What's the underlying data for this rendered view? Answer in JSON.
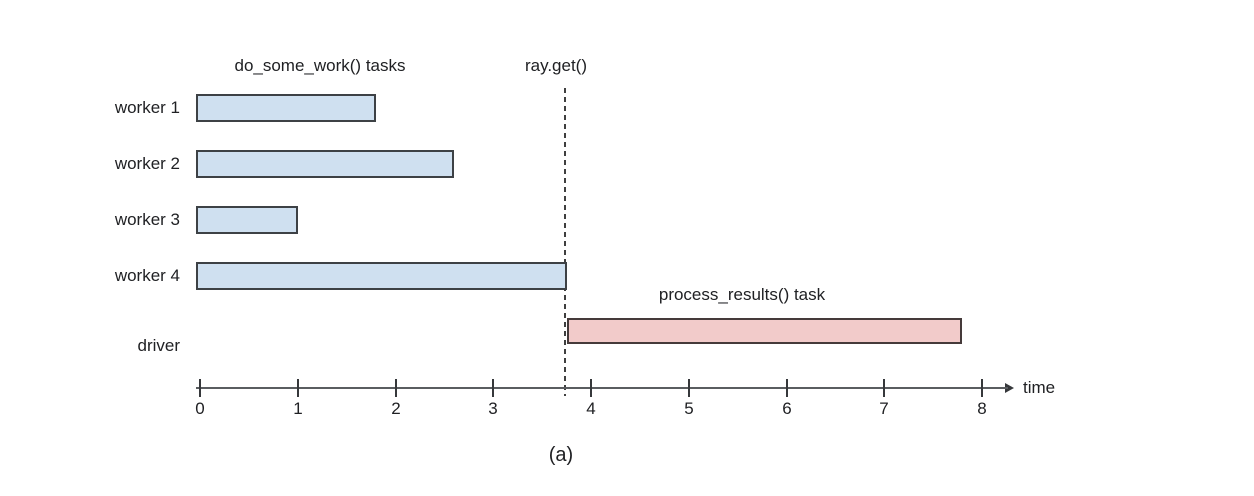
{
  "labels": {
    "do_some_work": "do_some_work() tasks",
    "ray_get": "ray.get()",
    "process_results": "process_results() task",
    "time": "time",
    "caption": "(a)"
  },
  "colors": {
    "worker_bar_fill": "#cfe0f0",
    "worker_bar_border": "#3d4145",
    "driver_bar_fill": "#f2cbca",
    "driver_bar_border": "#453a3a",
    "dashed_line": "#3f3f3f",
    "axis_line": "#5a5d60",
    "tick": "#36383b",
    "text": "#202124",
    "background": "#ffffff"
  },
  "chart_data": {
    "type": "bar",
    "variant": "gantt-timeline",
    "title": "do_some_work() tasks",
    "categories": [
      "worker 1",
      "worker 2",
      "worker 3",
      "worker 4",
      "driver"
    ],
    "bars": [
      {
        "row": "worker 1",
        "task": "do_some_work()",
        "start": 0,
        "end": 1.8,
        "color_role": "worker"
      },
      {
        "row": "worker 2",
        "task": "do_some_work()",
        "start": 0,
        "end": 2.6,
        "color_role": "worker"
      },
      {
        "row": "worker 3",
        "task": "do_some_work()",
        "start": 0,
        "end": 1.0,
        "color_role": "worker"
      },
      {
        "row": "worker 4",
        "task": "do_some_work()",
        "start": 0,
        "end": 3.75,
        "color_role": "worker"
      },
      {
        "row": "driver",
        "task": "process_results()",
        "start": 3.75,
        "end": 7.8,
        "color_role": "driver"
      }
    ],
    "annotations": [
      {
        "label": "ray.get()",
        "x": 3.75,
        "style": "vertical-dashed-line"
      },
      {
        "label": "process_results() task",
        "row": "driver",
        "position": "above-bar"
      }
    ],
    "xlabel": "time",
    "x_ticks": [
      0,
      1,
      2,
      3,
      4,
      5,
      6,
      7,
      8
    ],
    "xlim": [
      0,
      8.4
    ],
    "grid": false,
    "legend": false,
    "caption": "(a)"
  }
}
